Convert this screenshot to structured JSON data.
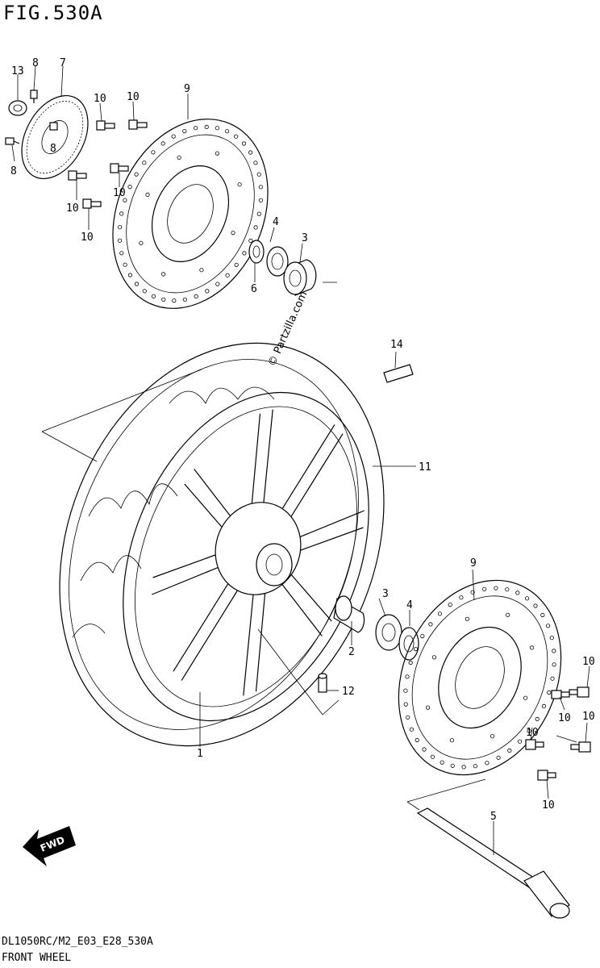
{
  "figure": {
    "title": "FIG.530A",
    "code": "DL1050RC/M2_E03_E28_530A",
    "name": "FRONT WHEEL",
    "watermark": "© Partzilla.com",
    "fwd_label": "FWD"
  },
  "callouts": [
    {
      "id": "c13",
      "text": "13"
    },
    {
      "id": "c8a",
      "text": "8"
    },
    {
      "id": "c7",
      "text": "7"
    },
    {
      "id": "c8b",
      "text": "8"
    },
    {
      "id": "c8c",
      "text": "8"
    },
    {
      "id": "c10a",
      "text": "10"
    },
    {
      "id": "c10b",
      "text": "10"
    },
    {
      "id": "c10c",
      "text": "10"
    },
    {
      "id": "c10d",
      "text": "10"
    },
    {
      "id": "c10e",
      "text": "10"
    },
    {
      "id": "c9a",
      "text": "9"
    },
    {
      "id": "c4a",
      "text": "4"
    },
    {
      "id": "c3a",
      "text": "3"
    },
    {
      "id": "c6",
      "text": "6"
    },
    {
      "id": "c14",
      "text": "14"
    },
    {
      "id": "c11",
      "text": "11"
    },
    {
      "id": "c9b",
      "text": "9"
    },
    {
      "id": "c3b",
      "text": "3"
    },
    {
      "id": "c4b",
      "text": "4"
    },
    {
      "id": "c2",
      "text": "2"
    },
    {
      "id": "c12",
      "text": "12"
    },
    {
      "id": "c1",
      "text": "1"
    },
    {
      "id": "c10f",
      "text": "10"
    },
    {
      "id": "c10g",
      "text": "10"
    },
    {
      "id": "c10h",
      "text": "10"
    },
    {
      "id": "c10i",
      "text": "10"
    },
    {
      "id": "c10j",
      "text": "10"
    },
    {
      "id": "c5",
      "text": "5"
    }
  ]
}
